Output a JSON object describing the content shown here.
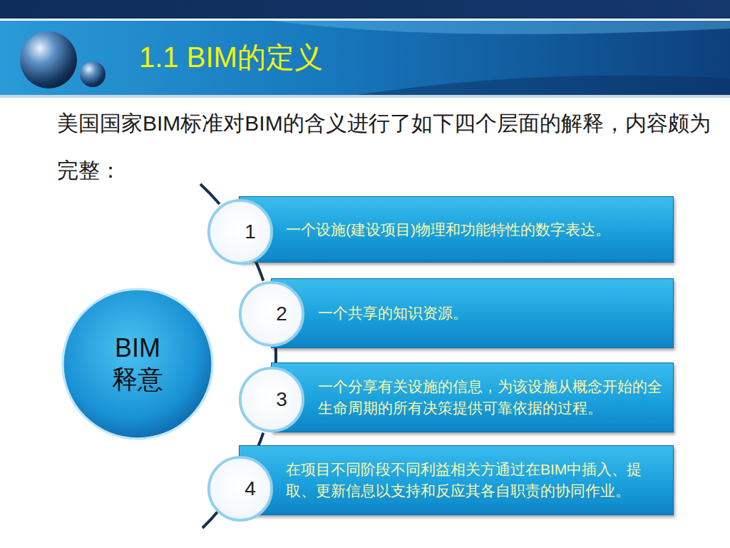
{
  "diagram": {
    "title": "1.1 BIM的定义",
    "nodes": [
      {
        "text": [
          "BIM 释意"
        ]
      },
      {
        "text": [
          "1"
        ]
      },
      {
        "text": [
          "一个设施(建设项目)物理和功能特性的数字表达。"
        ]
      },
      {
        "text": [
          "2"
        ]
      },
      {
        "text": [
          "一个共享的知识资源。"
        ]
      },
      {
        "text": [
          "3"
        ]
      },
      {
        "text": [
          "一个分享有关设施的信息，为该设施从概念开始的全生命周期的所有决策提供可靠依据的过程。"
        ]
      },
      {
        "text": [
          "4"
        ]
      },
      {
        "text": [
          "在项目不同阶段不同利益相关方通过在BIM中插入、提取、更新信息以支持和反应其各自职责的协同作业。"
        ]
      }
    ],
    "edges": [
      {
        "from": 1,
        "to": 3,
        "arrow": "none"
      },
      {
        "from": 3,
        "to": 5,
        "arrow": "none"
      },
      {
        "from": 5,
        "to": 7,
        "arrow": "none"
      }
    ],
    "labels": [
      "美国国家BIM标准对BIM的含义进行了如下四个层面的解释，内容颇为完整："
    ]
  }
}
